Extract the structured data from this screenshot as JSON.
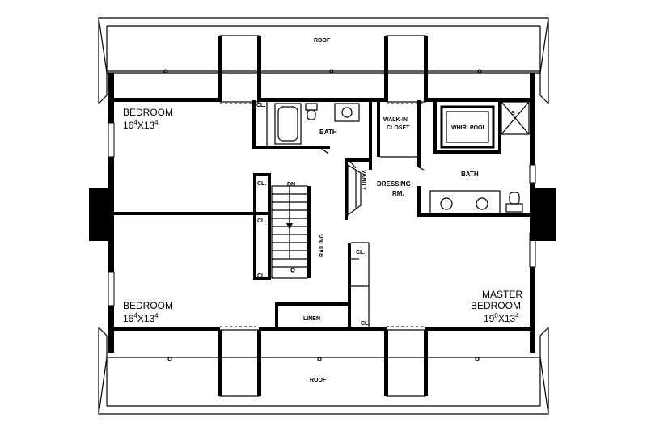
{
  "plan": {
    "roof_top": "ROOF",
    "roof_bottom": "ROOF",
    "bedroom_nw": {
      "name": "BEDROOM",
      "size_ft": "16",
      "size_ft_sup": "4",
      "size_x": "X13",
      "size_x_sup": "4"
    },
    "bedroom_sw": {
      "name": "BEDROOM",
      "size_ft": "16",
      "size_ft_sup": "4",
      "size_x": "X13",
      "size_x_sup": "4"
    },
    "master": {
      "name_line1": "MASTER",
      "name_line2": "BEDROOM",
      "size_ft": "19",
      "size_ft_sup": "0",
      "size_x": "X13",
      "size_x_sup": "4"
    },
    "bath_left": "BATH",
    "bath_right": "BATH",
    "walkin_line1": "WALK-IN",
    "walkin_line2": "CLOSET",
    "whirlpool": "WHIRLPOOL",
    "shower": "S",
    "dressing_line1": "DRESSING",
    "dressing_line2": "RM.",
    "vanity": "VANITY",
    "stair_dn": "DN",
    "railing": "RAILING",
    "linen": "LINEN",
    "closets": {
      "cl1": "CL.",
      "cl2": "CL.",
      "cl3": "CL.",
      "cl4": "CL.",
      "cl5": "CL.",
      "cl6": "CL."
    }
  }
}
